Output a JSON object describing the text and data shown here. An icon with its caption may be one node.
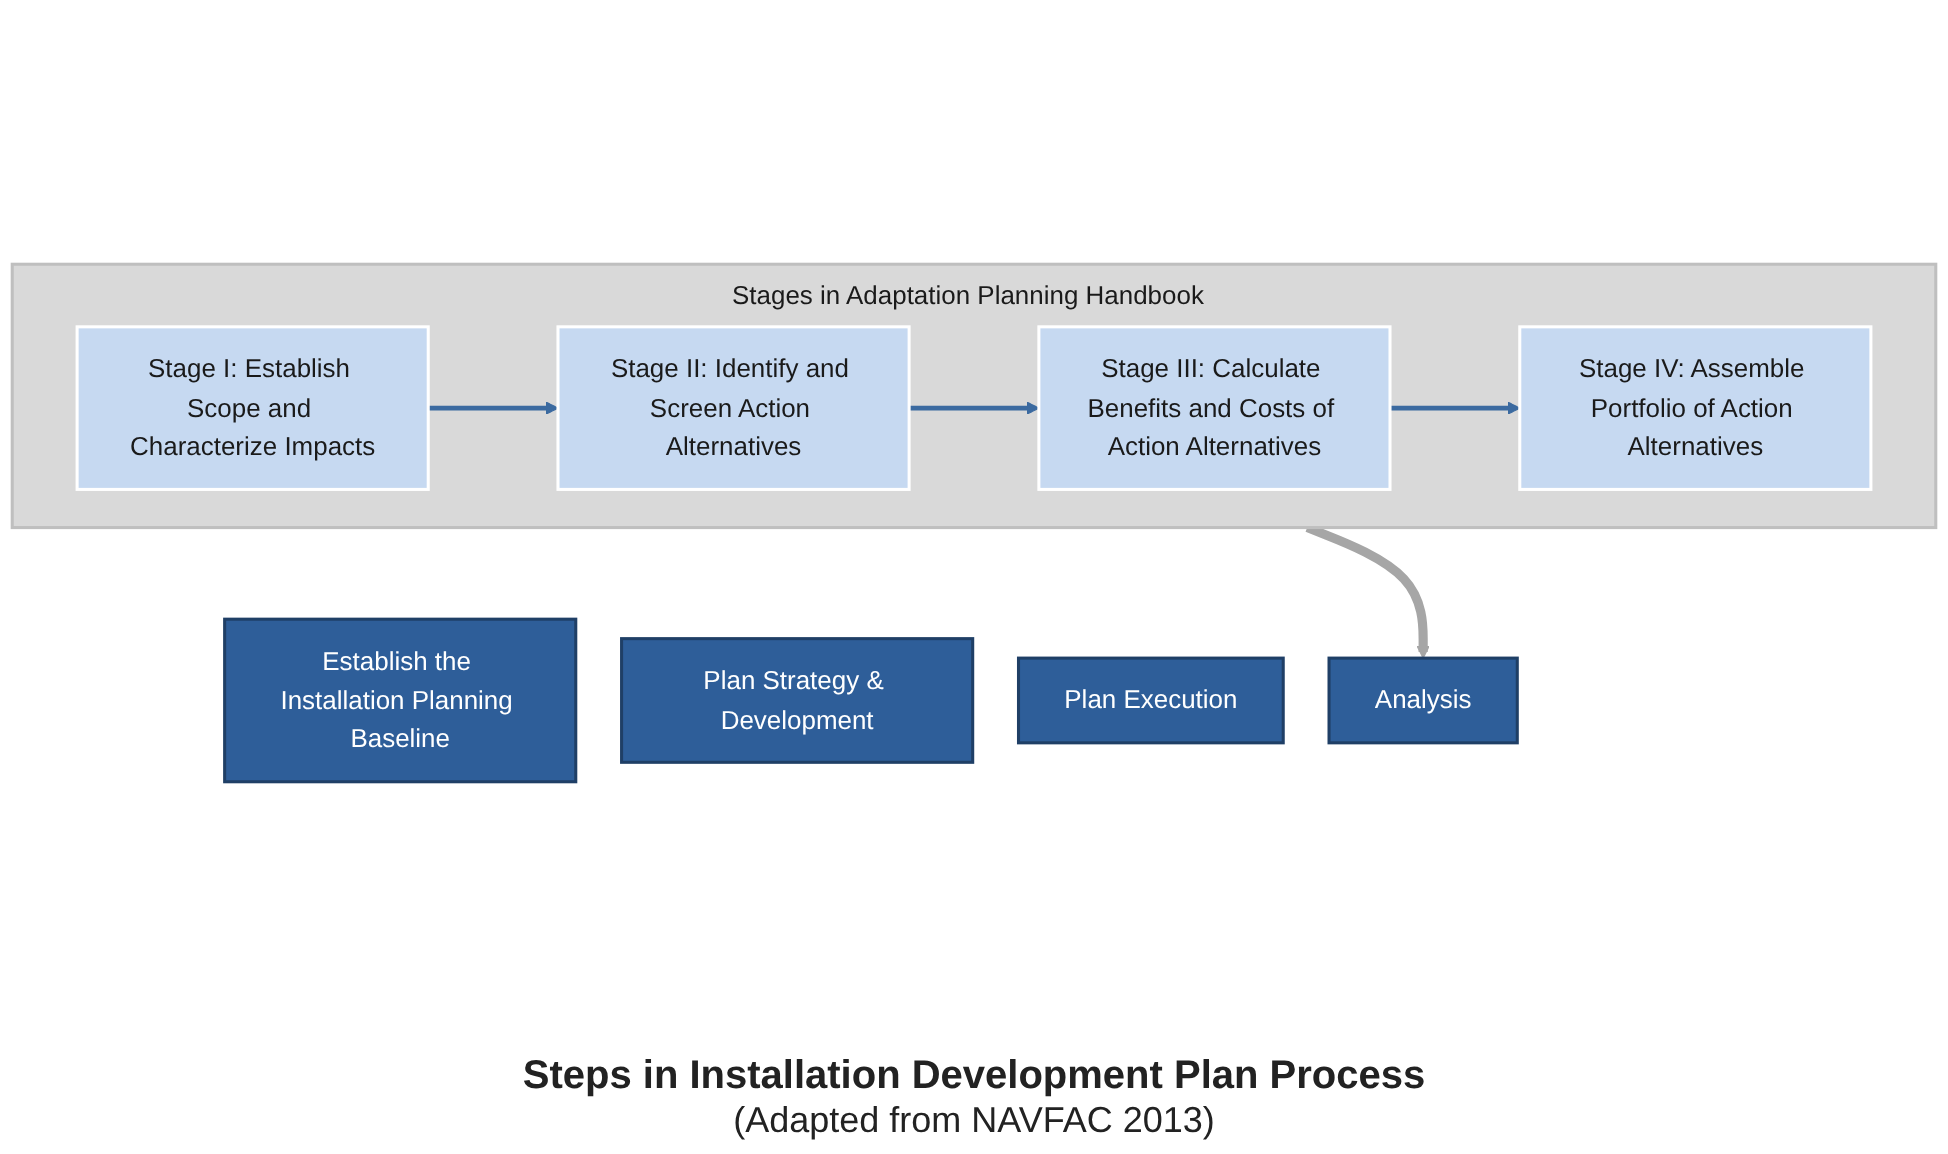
{
  "diagram": {
    "caption": "Steps in Installation Development Plan Process",
    "nodes": [
      {
        "text": [
          "Stages in Adaptation Planning Handbook"
        ]
      },
      {
        "text": [
          "Stage I: Establish Scope and Characterize Impacts"
        ],
        "in": 0
      },
      {
        "text": [
          "Stage II: Identify and Screen Action Alternatives"
        ],
        "in": 0
      },
      {
        "text": [
          "Stage III: Calculate Benefits and Costs of Action Alternatives"
        ],
        "in": 0
      },
      {
        "text": [
          "Stage IV: Assemble Portfolio of Action Alternatives"
        ],
        "in": 0
      },
      {
        "text": [
          "Establish the Installation Planning Baseline"
        ]
      },
      {
        "text": [
          "Analysis"
        ]
      },
      {
        "text": [
          "Plan Strategy & Development"
        ]
      },
      {
        "text": [
          "Plan Execution"
        ]
      }
    ],
    "edges": [
      {
        "from": 1,
        "to": 2,
        "arrow": "to"
      },
      {
        "from": 2,
        "to": 3,
        "arrow": "to"
      },
      {
        "from": 3,
        "to": 4,
        "arrow": "to"
      },
      {
        "from": 0,
        "to": 6,
        "arrow": "to",
        "style": "thick",
        "color": "#a6a6a6"
      }
    ],
    "labels": [
      "(Adapted from NAVFAC 2013)"
    ]
  }
}
